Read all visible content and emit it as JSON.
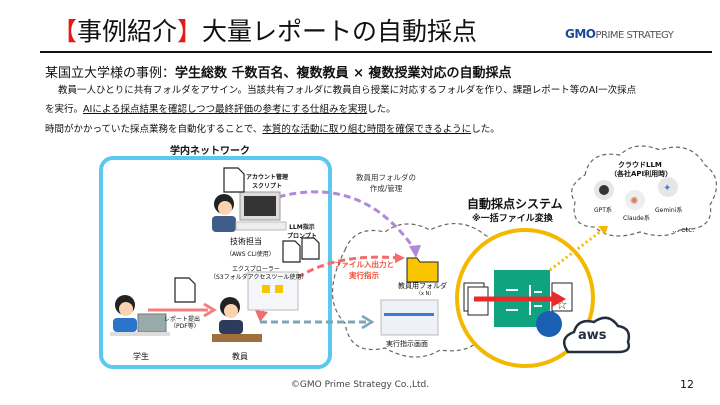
{
  "header": {
    "title_bracket_open": "【",
    "title_tag": "事例紹介",
    "title_bracket_close": "】",
    "title_main": "大量レポートの自動採点",
    "logo": "GMO PRIME STRATEGY"
  },
  "case": {
    "heading_prefix": "某国立大学様の事例：",
    "heading_bold": "学生総数 千数百名、複数教員 × 複数授業対応の自動採点",
    "line1": "教員一人ひとりに共有フォルダをアサイン。当該共有フォルダに教員自ら授業に対応するフォルダを作り、課題レポート等のAI一次採点",
    "line2_pre": "を実行。",
    "line2_under": "AIによる採点結果を確認しつつ最終評価の参考にする仕組みを実現",
    "line2_post": "した。",
    "line3_pre": "時間がかかっていた採点業務を自動化することで、",
    "line3_under": "本質的な活動に取り組む時間を確保できるように",
    "line3_post": "した。"
  },
  "diagram": {
    "network_label": "学内ネットワーク",
    "account_script": "アカウント管理\nスクリプト",
    "llm_prompt": "LLM指示\nプロンプト",
    "tech_staff": "技術担当",
    "tech_staff_sub": "（AWS CLI使用）",
    "explorer": "エクスプローラー",
    "explorer_sub": "（S3フォルダアクセスツール使用）",
    "report_submit": "レポート提出",
    "report_submit_sub": "（PDF等）",
    "student": "学生",
    "teacher": "教員",
    "folder_manage": "教員用フォルダの\n作成/管理",
    "file_io": "ファイル入出力と\n実行指示",
    "teacher_folder": "教員用フォルダ",
    "teacher_folder_sub": "（x N）",
    "exec_screen": "実行指示画面",
    "system_title": "自動採点システム",
    "system_sub": "※一括ファイル変換",
    "cloud_llm": "クラウドLLM",
    "cloud_llm_sub": "（各社API利用時）",
    "gpt": "GPT系",
    "claude": "Claude系",
    "gemini": "Gemini系",
    "etc": "… etc.",
    "aws": "aws"
  },
  "colors": {
    "accent_red": "#e31b1b",
    "network_blue": "#5bc8f0",
    "system_gold": "#f5b800",
    "openai_green": "#10a37f",
    "purple_arrow": "#b08ad8",
    "red_arrow": "#f36b6b",
    "teal_arrow": "#7aa6b8"
  },
  "footer": {
    "copyright": "©GMO Prime Strategy Co.,Ltd.",
    "page": "12"
  }
}
